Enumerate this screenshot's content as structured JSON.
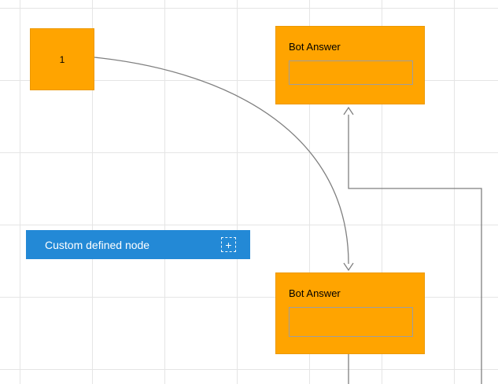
{
  "diagram": {
    "nodes": {
      "start": {
        "label": "1"
      },
      "bot_answer_top": {
        "label": "Bot Answer"
      },
      "bot_answer_bottom": {
        "label": "Bot Answer"
      },
      "custom": {
        "label": "Custom defined node"
      }
    },
    "icons": {
      "add": "+"
    },
    "colors": {
      "orange_node": "#ffa400",
      "blue_node": "#2389d6",
      "connector": "#7f7f7f",
      "grid_line": "#e5e5e5",
      "canvas_bg": "#ffffff"
    }
  }
}
